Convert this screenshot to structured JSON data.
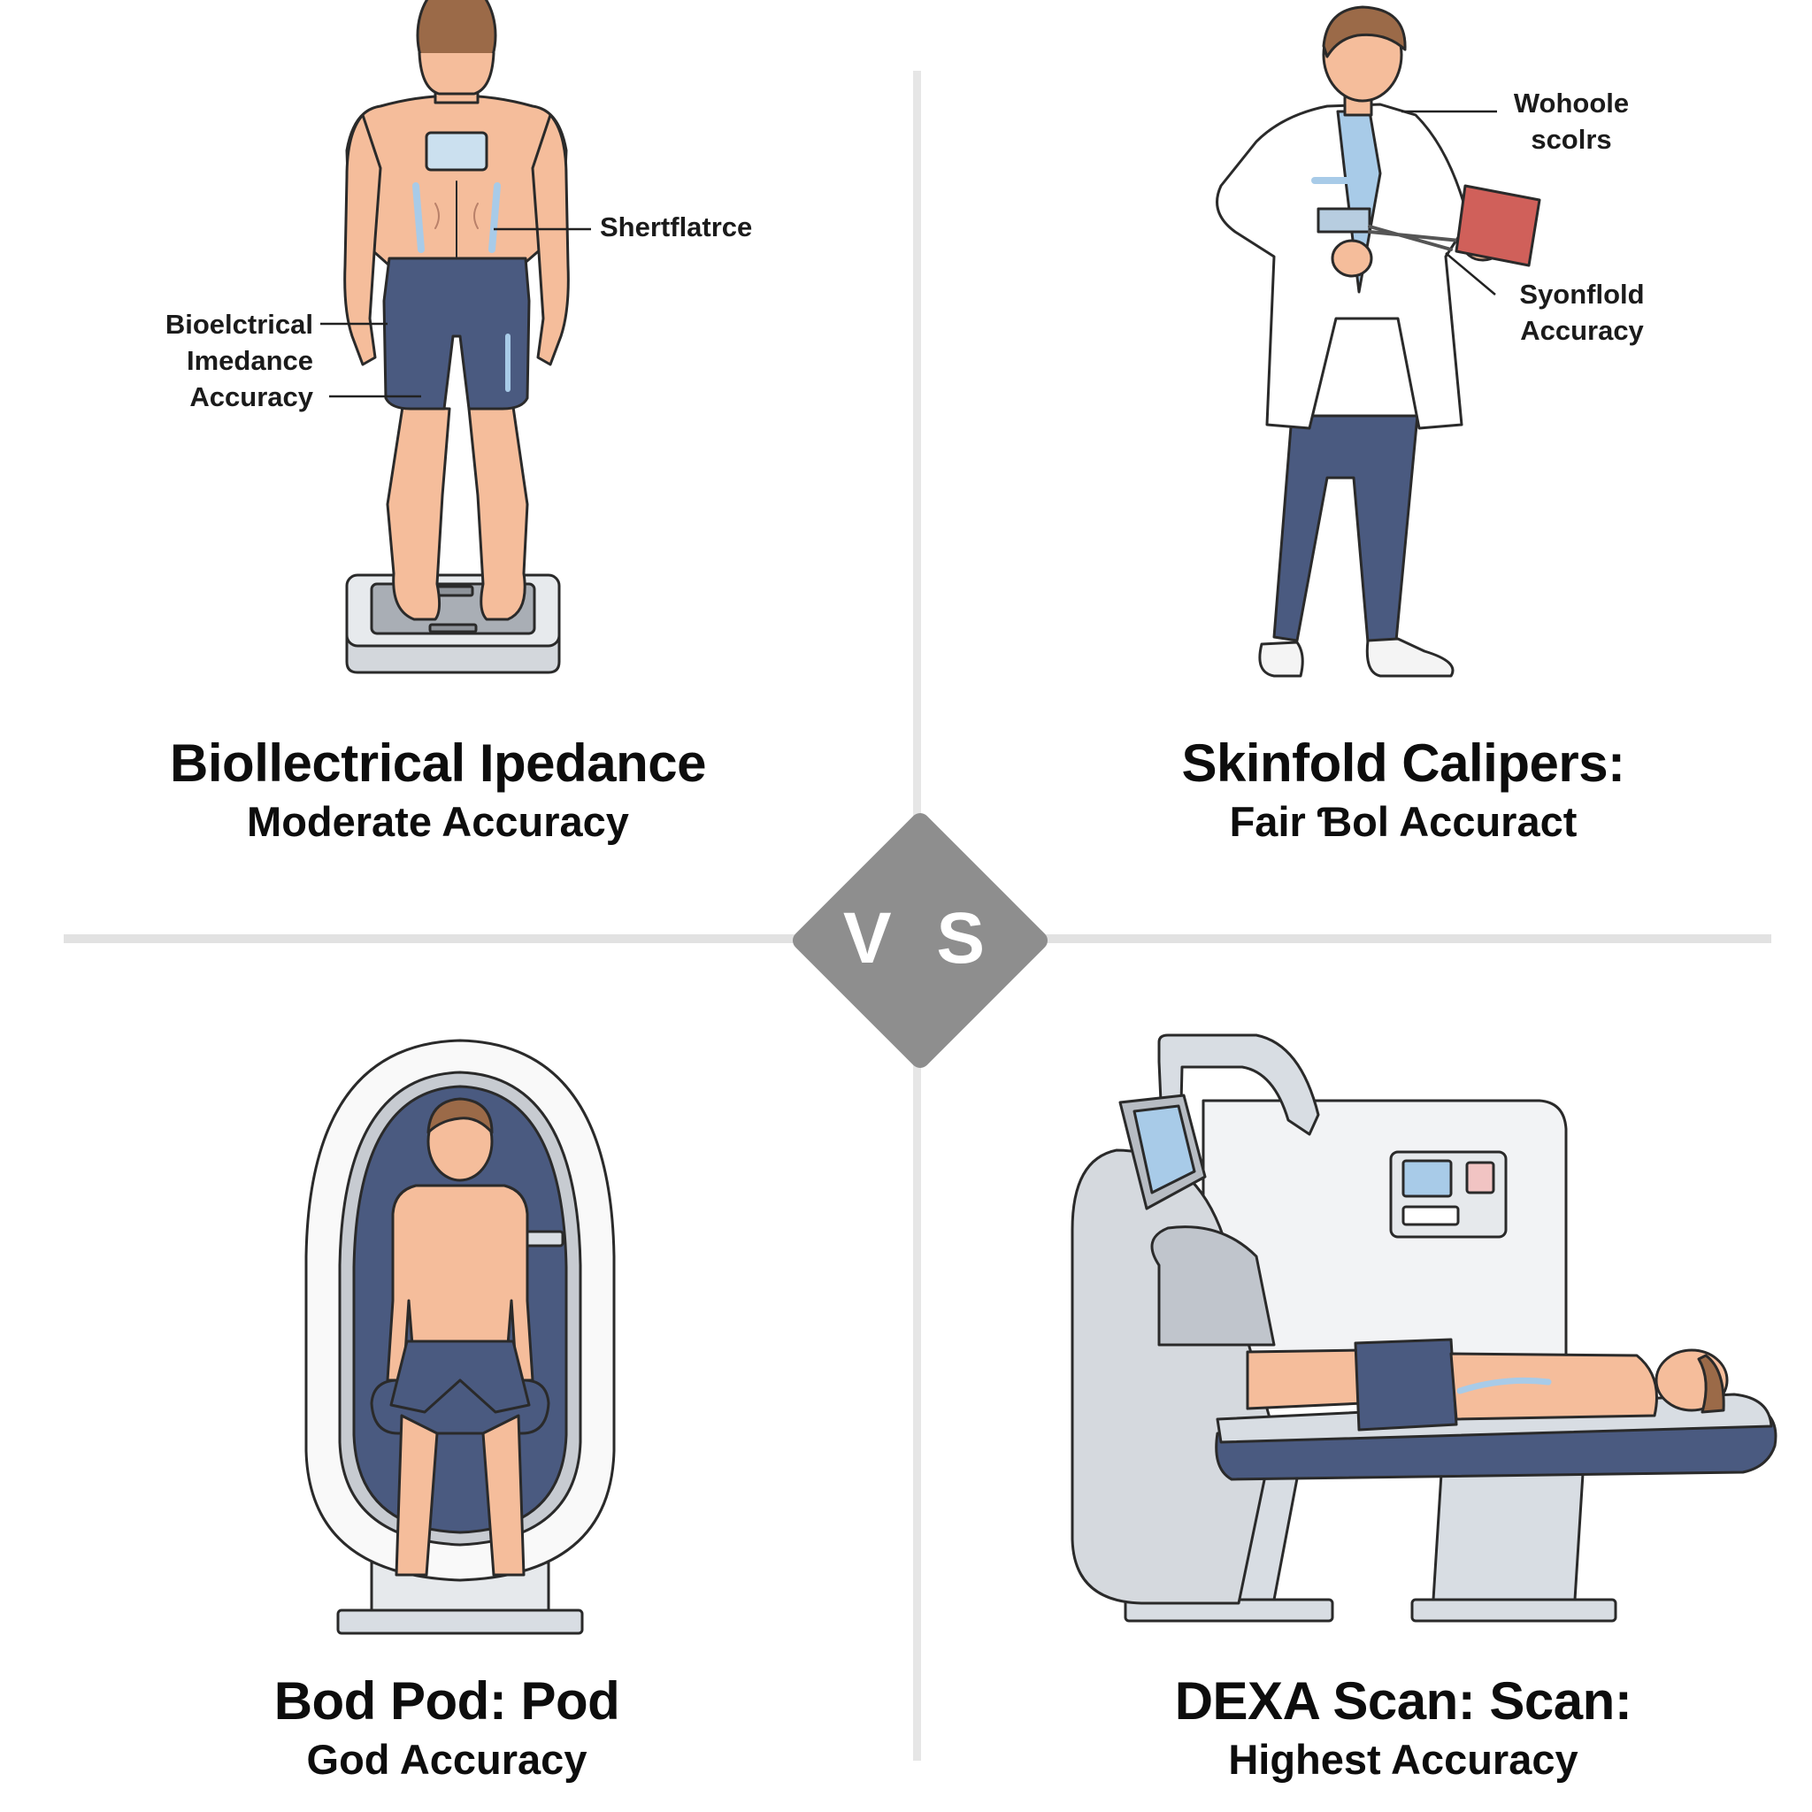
{
  "center_badge": {
    "label": "V S",
    "color": "#8e8e8e"
  },
  "colors": {
    "skin": "#f5bd9b",
    "shorts": "#4a5a80",
    "metal": "#d8dde3",
    "outline": "#2a2a2a",
    "divider": "#e4e4e4"
  },
  "panels": [
    {
      "id": "bia",
      "title": "Biollectrical Ipedance",
      "subtitle": "Moderate Accuracy",
      "callouts": {
        "right": "Shertflatrce",
        "left": "Bioelctrical\nImedance\nAccuracy"
      }
    },
    {
      "id": "skinfold",
      "title": "Skinfold Calipers:",
      "subtitle": "Fair Ɓol Accuract",
      "callouts": {
        "top": "Wohoole\nscolrs",
        "bottom": "Syonflold\nAccuracy"
      }
    },
    {
      "id": "bodpod",
      "title": "Bod Pod: Pod",
      "subtitle": "God Accuracy"
    },
    {
      "id": "dexa",
      "title": "DEXA Scan: Scan:",
      "subtitle": "Highest Accuracy"
    }
  ]
}
